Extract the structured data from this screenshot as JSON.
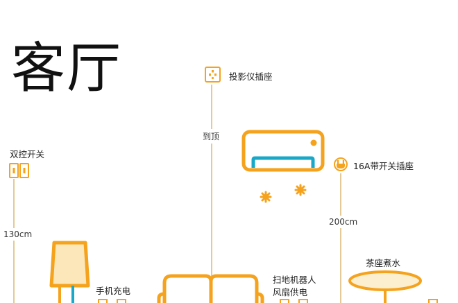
{
  "page": {
    "title": "客厅"
  },
  "colors": {
    "accent": "#F5A21D",
    "cyan": "#19A8C8",
    "line": "#D9B36A",
    "lamp_fill": "#FBE7B9",
    "table_fill": "#FCEFD0"
  },
  "labels": {
    "double_switch": "双控开关",
    "projector_socket": "投影仪插座",
    "ac_socket": "16A带开关插座",
    "phone_charge": "手机充电",
    "robot_power_line1": "扫地机器人",
    "robot_power_line2": "风扇供电",
    "tea_table": "茶座煮水"
  },
  "measurements": {
    "switch_height": "130cm",
    "to_ceiling": "到顶",
    "ac_socket_height": "200cm"
  },
  "icons": {
    "switch": "double-switch-icon",
    "projector_socket": "socket-icon",
    "ac_socket": "plug-icon",
    "air_conditioner": "air-conditioner-icon",
    "lamp": "floor-lamp-icon",
    "sofa": "sofa-icon",
    "table": "tea-table-icon"
  }
}
